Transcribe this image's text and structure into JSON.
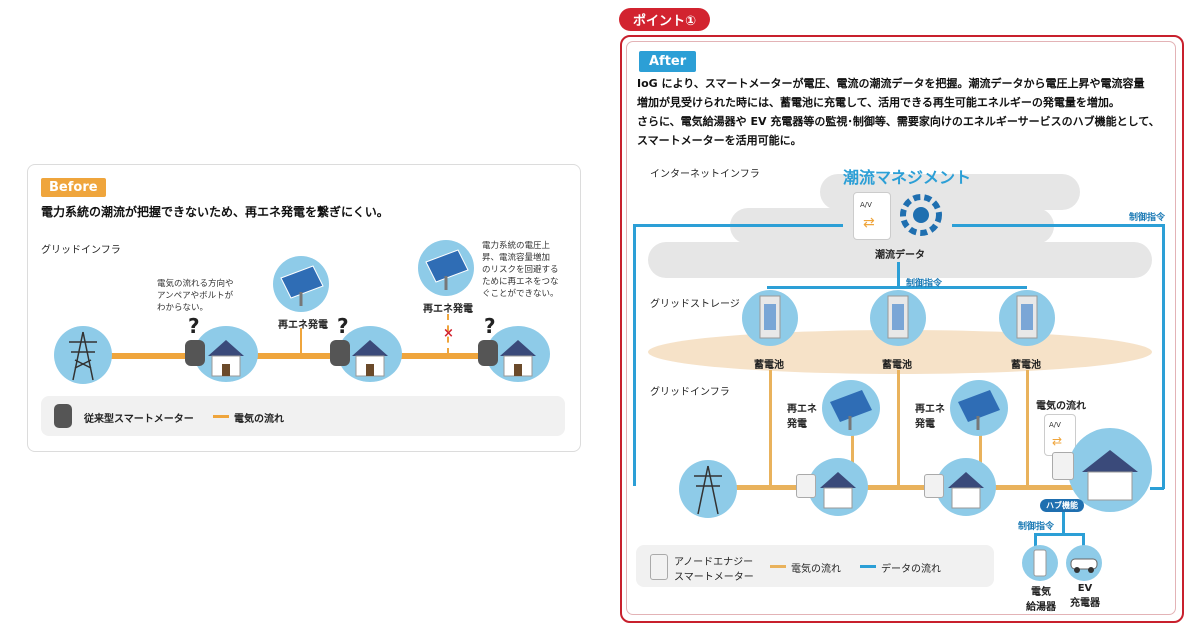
{
  "before": {
    "badge": "Before",
    "heading": "電力系統の潮流が把握できないため、再エネ発電を繋ぎにくい。",
    "grid_label": "グリッドインフラ",
    "annotation_left": [
      "電気の流れる方向や",
      "アンペアやボルトが",
      "わからない。"
    ],
    "renewable_label_1": "再エネ発電",
    "renewable_label_2": "再エネ発電",
    "annotation_right": [
      "電力系統の電圧上",
      "昇、電流容量増加",
      "のリスクを回避する",
      "ために再エネをつな",
      "ぐことができない。"
    ],
    "question": "?",
    "cross": "×",
    "legend": {
      "meter": "従来型スマートメーター",
      "flow": "電気の流れ"
    }
  },
  "after": {
    "point_badge": "ポイント①",
    "badge": "After",
    "paragraph": [
      "IoG により、スマートメーターが電圧、電流の潮流データを把握。潮流データから電圧上昇や電流容量",
      "増加が見受けられた時には、蓄電池に充電して、活用できる再生可能エネルギーの発電量を増加。",
      "さらに、電気給湯器や EV 充電器等の監視･制御等、需要家向けのエネルギーサービスのハブ機能として、",
      "スマートメーターを活用可能に。"
    ],
    "internet_label": "インターネットインフラ",
    "management_title": "潮流マネジメント",
    "av_text": "A/V",
    "flow_data_label": "潮流データ",
    "control_label_1": "制御指令",
    "control_label_2": "制御指令",
    "control_label_3": "制御指令",
    "storage_label": "グリッドストレージ",
    "battery_labels": [
      "蓄電池",
      "蓄電池",
      "蓄電池"
    ],
    "grid_label": "グリッドインフラ",
    "renewable_1": [
      "再エネ",
      "発電"
    ],
    "renewable_2": [
      "再エネ",
      "発電"
    ],
    "electric_flow_label": "電気の流れ",
    "hub_label": "ハブ機能",
    "legend": {
      "meter": [
        "アノードエナジー",
        "スマートメーター"
      ],
      "flow": "電気の流れ",
      "data": "データの流れ"
    },
    "water_heater": [
      "電気",
      "給湯器"
    ],
    "ev_charger": [
      "EV",
      "充電器"
    ]
  },
  "colors": {
    "red": "#c8202d",
    "blue": "#2c9fd6",
    "orange": "#efa53c",
    "flow": "#e9b25c"
  }
}
